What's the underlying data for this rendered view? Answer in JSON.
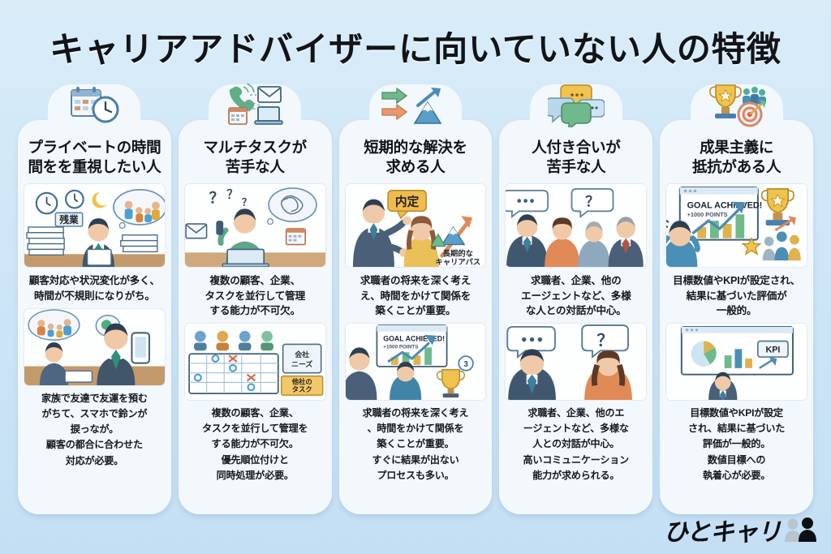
{
  "header": {
    "title": "キャリアアドバイザーに向いていない人の特徴"
  },
  "theme": {
    "background_top": "#d9ecf8",
    "background_bottom": "#c4dff4",
    "card_background": "#f2f8fc",
    "text_color": "#121418",
    "accent_blue": "#4a7fae",
    "accent_green": "#6fae86",
    "accent_orange": "#e08a57",
    "accent_yellow": "#e8b73f"
  },
  "cards": [
    {
      "id": "private-time",
      "title": "プライベートの時間\n間をを重視したい人",
      "title_line1": "プライベートの時間",
      "title_line2": "間をを重視したい人",
      "icon": {
        "name": "calendar-clock-icon",
        "glyphs": [
          "calendar-icon",
          "clock-icon"
        ]
      },
      "illustration_top": {
        "name": "overtime-worker-illustration",
        "labels": [
          "残業"
        ],
        "elements": [
          "clock-icon",
          "clock-icon",
          "moon-icon",
          "family-thought-bubble",
          "paper-stack",
          "paper-stack",
          "businessman"
        ]
      },
      "text_top_line1": "顧客対応や状況変化が多く、",
      "text_top_line2": "時間が不規則になりがち。",
      "illustration_bottom": {
        "name": "family-and-phone-illustration",
        "elements": [
          "family-thought-bubble",
          "phone-icon",
          "smartphone",
          "man-at-desk",
          "woman"
        ]
      },
      "text_bottom": [
        "家族で友達で友運を預む",
        "がちて、スマホで鈴ンが",
        "捩っなが。",
        "顧客の都合に合わせた",
        "対応が必要。"
      ]
    },
    {
      "id": "multitask",
      "title": "マルチタスクが\n苦手な人",
      "title_line1": "マルチタスクが",
      "title_line2": "苦手な人",
      "icon": {
        "name": "multitask-icon",
        "glyphs": [
          "phone-ringing-icon",
          "envelope-icon",
          "calendar-icon",
          "laptop-icon"
        ]
      },
      "illustration_top": {
        "name": "overwhelmed-worker-illustration",
        "labels": [
          "？",
          "？",
          "？"
        ],
        "elements": [
          "question-thought-bubble",
          "tangle-thought-bubble",
          "envelope-icon",
          "phone-icon",
          "laptop",
          "calendar-icon",
          "worker"
        ]
      },
      "text_top_line1": "複数の顧客、企業、",
      "text_top_line2": "タスクを並行して管理",
      "text_top_line3": "する能力が不可欠。",
      "illustration_bottom": {
        "name": "schedule-grid-illustration",
        "labels": [
          "会社のニーズ",
          "他社のタスク"
        ],
        "elements": [
          "schedule-grid",
          "avatar-row",
          "clipboard",
          "sticky-note"
        ]
      },
      "text_bottom": [
        "複数の顧客、企業、",
        "タスクを並行して管理を",
        "する能力が不可欠。",
        "優先順位付けと",
        "同時処理が必要。"
      ]
    },
    {
      "id": "short-term",
      "title": "短期的な解決を\n求める人",
      "title_line1": "短期的な解決を",
      "title_line2": "求める人",
      "icon": {
        "name": "arrows-mountain-icon",
        "glyphs": [
          "green-arrow-icon",
          "orange-arrow-icon",
          "mountain-icon",
          "rising-arrow-icon"
        ]
      },
      "illustration_top": {
        "name": "job-offer-illustration",
        "labels": [
          "内定",
          "長期的な",
          "キャリアパス"
        ],
        "elements": [
          "advisor-man",
          "client-woman",
          "speech-bubble",
          "mountain-icon",
          "rising-arrow-icon"
        ]
      },
      "text_top_line1": "求職者の将来を深く考え",
      "text_top_line2": "え、時間をかけて関係を",
      "text_top_line3": "築くことが重要。",
      "illustration_bottom": {
        "name": "goal-achieved-illustration",
        "labels": [
          "GOAL ACHIEVED!",
          "+1000 POINTS",
          "③"
        ],
        "elements": [
          "chart-window",
          "bar-chart",
          "rising-arrow-icon",
          "trophy-icon",
          "two-men"
        ]
      },
      "text_bottom": [
        "求職者の将来を深く考え",
        "、時間をかけて関係を",
        "築くことが重要。",
        "すぐに結果が出ない",
        "プロセスも多い。"
      ]
    },
    {
      "id": "people-skills",
      "title": "人付き合いが\n苦手な人",
      "title_line1": "人付き合いが",
      "title_line2": "苦手な人",
      "icon": {
        "name": "speech-bubbles-icon",
        "glyphs": [
          "speech-bubble-yellow",
          "speech-bubble-blue",
          "speech-bubble-green"
        ]
      },
      "illustration_top": {
        "name": "group-conversation-illustration",
        "labels": [
          "…",
          "？"
        ],
        "elements": [
          "speech-bubble",
          "question-bubble",
          "man-suit",
          "woman-orange",
          "older-woman",
          "older-man"
        ]
      },
      "text_top_line1": "求職者、企業、他の",
      "text_top_line2": "エージェントなど、多様",
      "text_top_line3": "な人との対話が中心。",
      "illustration_bottom": {
        "name": "dialogue-pair-illustration",
        "labels": [
          "…",
          "？"
        ],
        "elements": [
          "speech-bubble",
          "question-bubble",
          "man-suit",
          "woman-orange"
        ]
      },
      "text_bottom": [
        "求職者、企業、他のエ",
        "ージェントなど、多様な",
        "人との対話が中心。",
        "高いコミュニケーション",
        "能力が求められる。"
      ]
    },
    {
      "id": "results-driven",
      "title": "成果主義に\n抵抗がある人",
      "title_line1": "成果主義に",
      "title_line2": "抵抗がある人",
      "icon": {
        "name": "trophy-target-icon",
        "glyphs": [
          "trophy-icon",
          "people-icon",
          "target-icon"
        ]
      },
      "illustration_top": {
        "name": "goal-achieved-stress-illustration",
        "labels": [
          "GOAL ACHIEVED!",
          "+1000 POINTS"
        ],
        "elements": [
          "chart-window",
          "bar-chart",
          "rising-arrow-icon",
          "trophy-icon",
          "star-icon",
          "stressed-person",
          "people-icon"
        ]
      },
      "text_top_line1": "目標数値やKPIが設定され、",
      "text_top_line2": "結果に基づいた評価が",
      "text_top_line3": "一般的。",
      "illustration_bottom": {
        "name": "kpi-dashboard-illustration",
        "labels": [
          "KPI"
        ],
        "elements": [
          "dashboard-window",
          "pie-chart",
          "bar-chart",
          "kpi-badge",
          "worker"
        ]
      },
      "text_bottom": [
        "目標数値やKPIが設定",
        "され、結果に基づいた",
        "評価が一般的。",
        "数値目標への",
        "執着心が必要。"
      ]
    }
  ],
  "logo": {
    "text": "ひとキャリ",
    "icon": "two-people-icon"
  }
}
